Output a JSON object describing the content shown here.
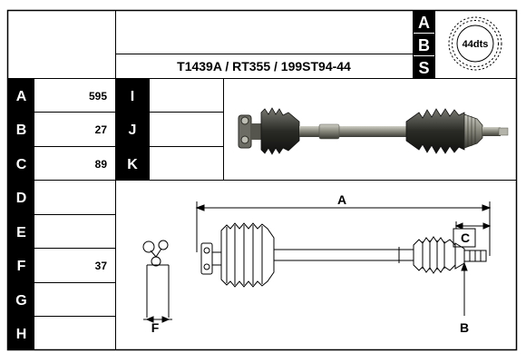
{
  "header": {
    "part_numbers": "T1439A / RT355 / 199ST94-44",
    "abs_letters": [
      "A",
      "B",
      "S"
    ],
    "abs_teeth": "44dts"
  },
  "dimensions": {
    "left": [
      {
        "letter": "A",
        "value": "595"
      },
      {
        "letter": "B",
        "value": "27"
      },
      {
        "letter": "C",
        "value": "89"
      },
      {
        "letter": "D",
        "value": ""
      },
      {
        "letter": "E",
        "value": ""
      },
      {
        "letter": "F",
        "value": "37"
      },
      {
        "letter": "G",
        "value": ""
      },
      {
        "letter": "H",
        "value": ""
      }
    ],
    "right": [
      {
        "letter": "I",
        "value": ""
      },
      {
        "letter": "J",
        "value": ""
      },
      {
        "letter": "K",
        "value": ""
      }
    ]
  },
  "diagram": {
    "label_a": "A",
    "label_b": "B",
    "label_c": "C",
    "label_f": "F"
  },
  "colors": {
    "ink": "#000000",
    "paper": "#ffffff",
    "metal_dark": "#3a3a36",
    "metal_mid": "#8a8a80",
    "metal_light": "#d8d8d0"
  }
}
